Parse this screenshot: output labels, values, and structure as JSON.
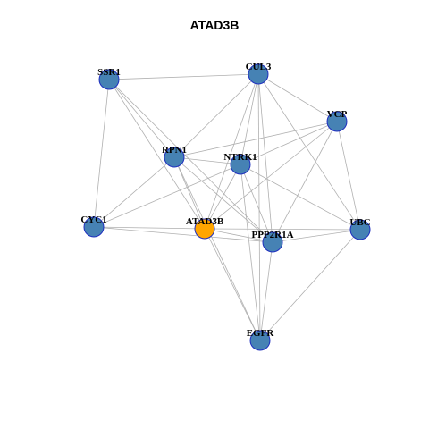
{
  "title": "ATAD3B",
  "colors": {
    "node_default": "#4682B4",
    "node_focus": "#FFA500",
    "node_stroke": "#1F2FBF",
    "edge": "#B0B0B0"
  },
  "nodes": [
    {
      "id": "SSR1",
      "label": "SSR1",
      "focus": false
    },
    {
      "id": "CUL3",
      "label": "CUL3",
      "focus": false
    },
    {
      "id": "VCP",
      "label": "VCP",
      "focus": false
    },
    {
      "id": "RPN1",
      "label": "RPN1",
      "focus": false
    },
    {
      "id": "NTRK1",
      "label": "NTRK1",
      "focus": false
    },
    {
      "id": "CYC1",
      "label": "CYC1",
      "focus": false
    },
    {
      "id": "ATAD3B",
      "label": "ATAD3B",
      "focus": true
    },
    {
      "id": "PPP2R1A",
      "label": "PPP2R1A",
      "focus": false
    },
    {
      "id": "UBC",
      "label": "UBC",
      "focus": false
    },
    {
      "id": "EGFR",
      "label": "EGFR",
      "focus": false
    }
  ],
  "edges": [
    [
      "SSR1",
      "CUL3"
    ],
    [
      "SSR1",
      "CYC1"
    ],
    [
      "SSR1",
      "RPN1"
    ],
    [
      "SSR1",
      "ATAD3B"
    ],
    [
      "SSR1",
      "PPP2R1A"
    ],
    [
      "CUL3",
      "VCP"
    ],
    [
      "CUL3",
      "RPN1"
    ],
    [
      "CUL3",
      "NTRK1"
    ],
    [
      "CUL3",
      "ATAD3B"
    ],
    [
      "CUL3",
      "PPP2R1A"
    ],
    [
      "CUL3",
      "UBC"
    ],
    [
      "CUL3",
      "EGFR"
    ],
    [
      "VCP",
      "RPN1"
    ],
    [
      "VCP",
      "NTRK1"
    ],
    [
      "VCP",
      "ATAD3B"
    ],
    [
      "VCP",
      "PPP2R1A"
    ],
    [
      "VCP",
      "UBC"
    ],
    [
      "RPN1",
      "NTRK1"
    ],
    [
      "RPN1",
      "CYC1"
    ],
    [
      "RPN1",
      "ATAD3B"
    ],
    [
      "RPN1",
      "PPP2R1A"
    ],
    [
      "RPN1",
      "EGFR"
    ],
    [
      "NTRK1",
      "CYC1"
    ],
    [
      "NTRK1",
      "ATAD3B"
    ],
    [
      "NTRK1",
      "PPP2R1A"
    ],
    [
      "NTRK1",
      "UBC"
    ],
    [
      "NTRK1",
      "EGFR"
    ],
    [
      "CYC1",
      "ATAD3B"
    ],
    [
      "CYC1",
      "PPP2R1A"
    ],
    [
      "ATAD3B",
      "PPP2R1A"
    ],
    [
      "ATAD3B",
      "UBC"
    ],
    [
      "ATAD3B",
      "EGFR"
    ],
    [
      "PPP2R1A",
      "UBC"
    ],
    [
      "PPP2R1A",
      "EGFR"
    ],
    [
      "UBC",
      "EGFR"
    ]
  ]
}
